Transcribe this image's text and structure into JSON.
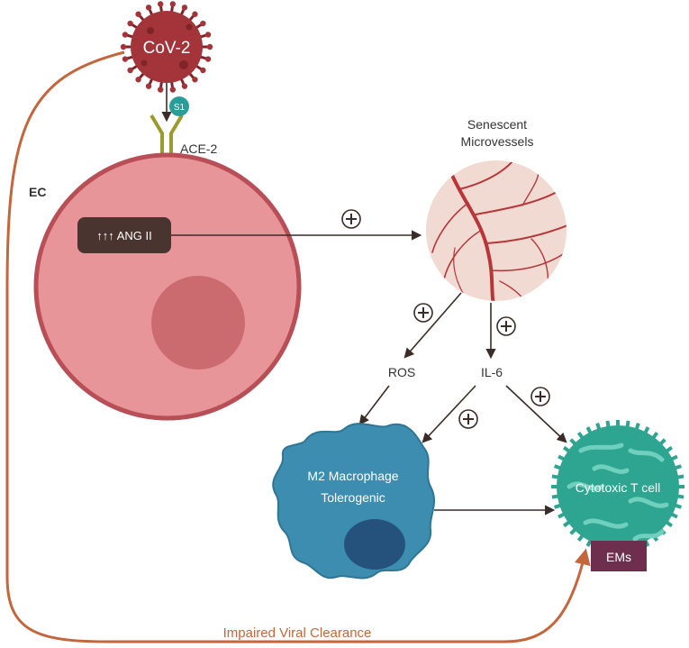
{
  "labels": {
    "virus": "CoV-2",
    "spike": "S1",
    "receptor": "ACE-2",
    "ec": "EC",
    "ang": "↑↑↑ ANG II",
    "senescent_line1": "Senescent",
    "senescent_line2": "Microvessels",
    "ros": "ROS",
    "il6": "IL-6",
    "macrophage_line1": "M2 Macrophage",
    "macrophage_line2": "Tolerogenic",
    "tcell": "Cytotoxic T cell",
    "ems": "EMs",
    "clearance": "Impaired Viral Clearance",
    "plus": "+"
  },
  "colors": {
    "virus": "#a3353a",
    "virus_dark": "#7f2428",
    "ec_cell": "#e8959a",
    "ec_border": "#b84f56",
    "nucleus": "#cc6b6f",
    "ang_box": "#4a3430",
    "vessel_bg": "#f1dad2",
    "vessel": "#b8353a",
    "macrophage": "#3d8db0",
    "macrophage_nucleus": "#25517d",
    "tcell": "#2ea590",
    "tcell_light": "#6fd0bd",
    "ems_box": "#6e2f4e",
    "arrow": "#3a2c28",
    "clearance_arrow": "#c4663c",
    "receptor": "#9a9a2e",
    "s1": "#2a9d99"
  }
}
